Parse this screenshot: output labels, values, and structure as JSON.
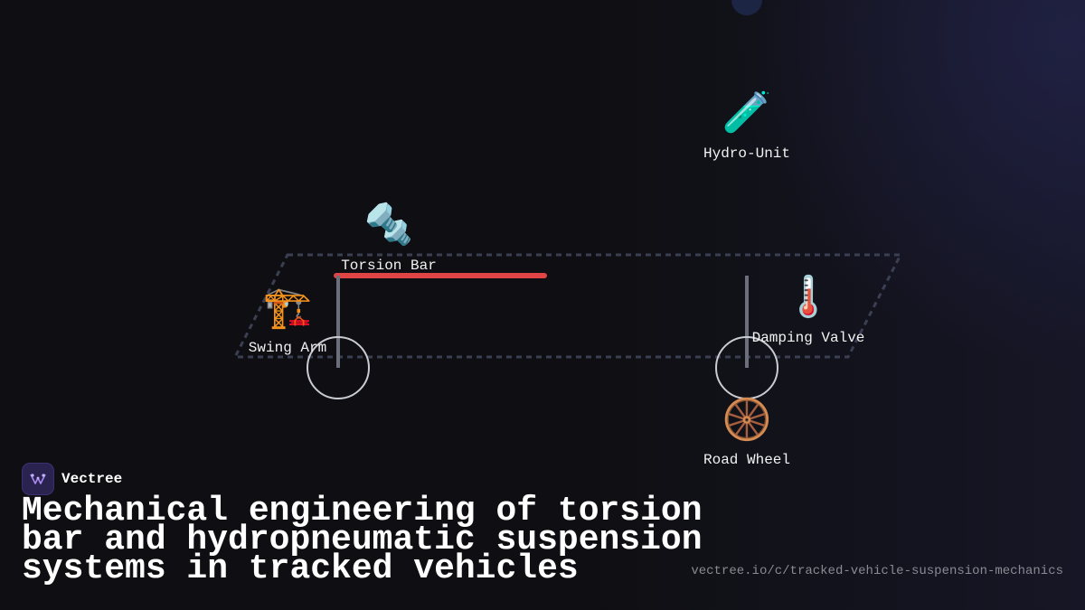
{
  "brand": {
    "name": "Vectree"
  },
  "title": "Mechanical engineering of torsion bar and hydropneumatic suspension systems in tracked vehicles",
  "url": "vectree.io/c/tracked-vehicle-suspension-mechanics",
  "colors": {
    "background": "#0f0f13",
    "accent_red": "#e04545",
    "dashed_outline": "#3a3f52",
    "strut_gray": "#6b6f7a",
    "wheel_outline": "#c9ccd3"
  },
  "nodes": [
    {
      "id": "hydro_unit",
      "label": "Hydro-Unit",
      "icon": "test-tube-icon",
      "glyph": "🧪"
    },
    {
      "id": "torsion_bar",
      "label": "Torsion Bar",
      "icon": "nut-and-bolt-icon",
      "glyph": "🔩"
    },
    {
      "id": "swing_arm",
      "label": "Swing Arm",
      "icon": "crane-icon",
      "glyph": "🏗️"
    },
    {
      "id": "damping_valve",
      "label": "Damping Valve",
      "icon": "thermometer-icon",
      "glyph": "🌡️"
    },
    {
      "id": "road_wheel",
      "label": "Road Wheel",
      "icon": "wheel-icon",
      "glyph": "🛞"
    }
  ]
}
